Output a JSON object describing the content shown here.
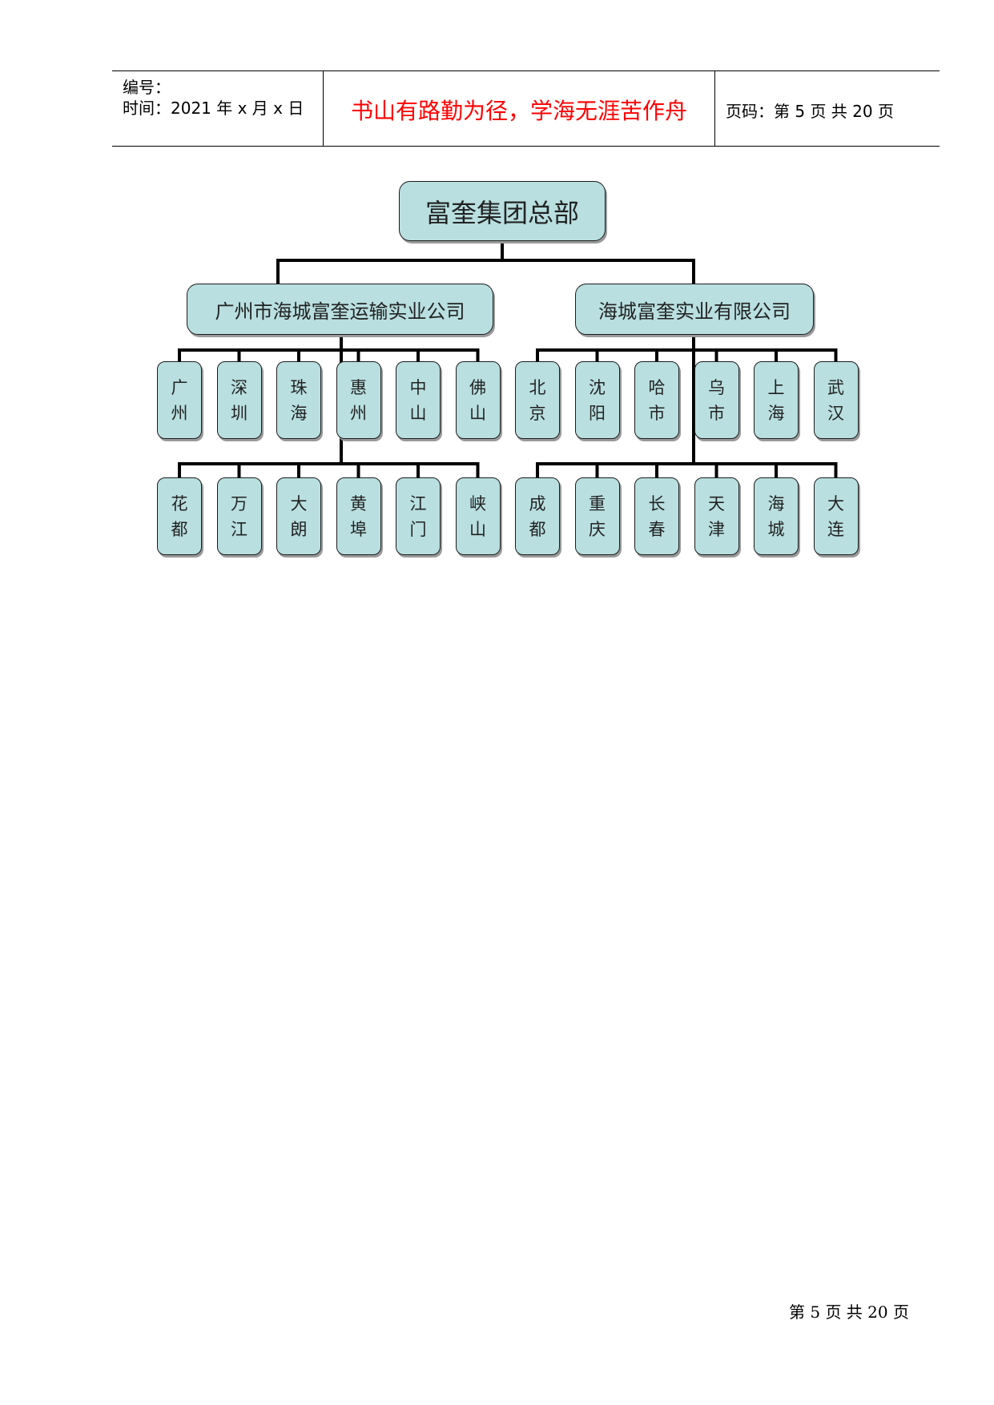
{
  "header": {
    "number_label": "编号：",
    "date_label": "时间：2021 年 x 月 x 日",
    "motto": "书山有路勤为径，学海无涯苦作舟",
    "motto_color": "#ff0000",
    "page_label": "页码：第 5 页 共 20 页"
  },
  "org_chart": {
    "root": "富奎集团总部",
    "companies": [
      {
        "name": "广州市海城富奎运输实业公司",
        "row1": [
          "广州",
          "深圳",
          "珠海",
          "惠州",
          "中山",
          "佛山"
        ],
        "row2": [
          "花都",
          "万江",
          "大朗",
          "黄埠",
          "江门",
          "峡山"
        ]
      },
      {
        "name": "海城富奎实业有限公司",
        "row1": [
          "北京",
          "沈阳",
          "哈市",
          "乌市",
          "上海",
          "武汉"
        ],
        "row2": [
          "成都",
          "重庆",
          "长春",
          "天津",
          "海城",
          "大连"
        ]
      }
    ],
    "node_fill": "#b9dfe0"
  },
  "footer": {
    "page_label": "第 5 页 共 20 页"
  }
}
